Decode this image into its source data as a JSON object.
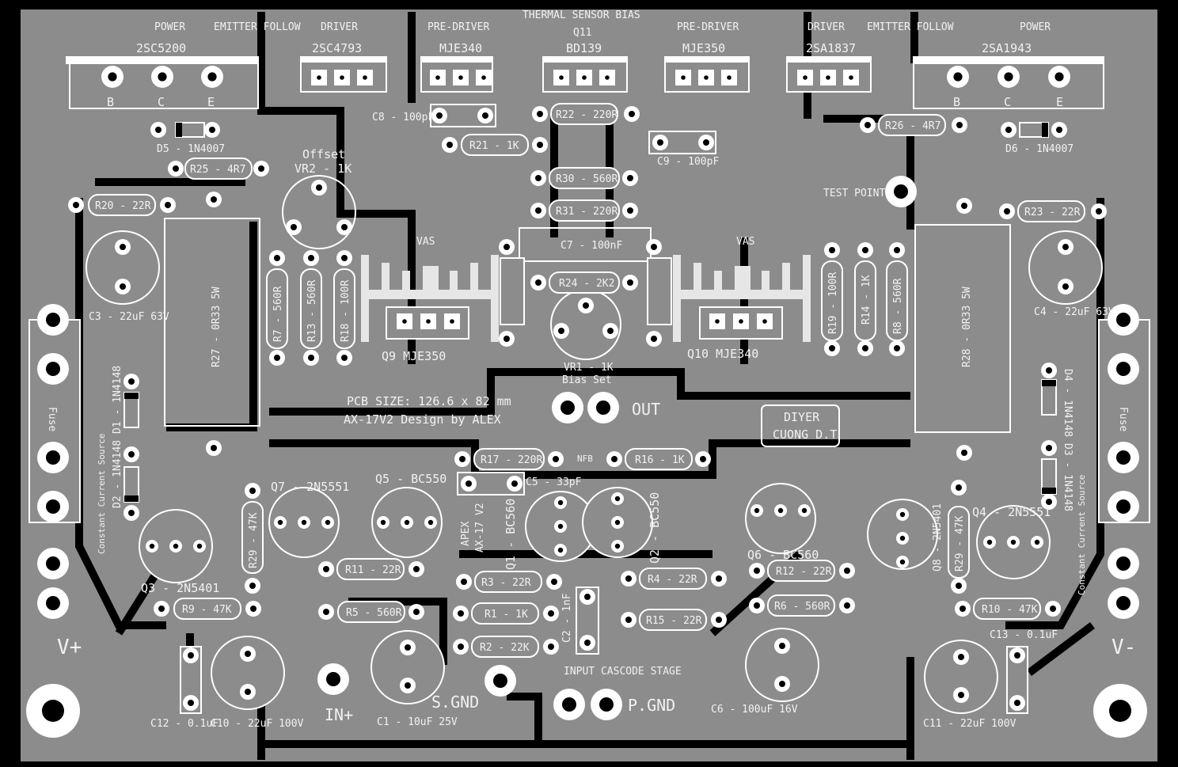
{
  "header": {
    "thermal": "THERMAL SENSOR BIAS",
    "q11": "Q11"
  },
  "top_labels": {
    "power_l": "POWER",
    "ef_l": "EMITTER FOLLOW",
    "driver_l": "DRIVER",
    "predriver_l": "PRE-DRIVER",
    "predriver_r": "PRE-DRIVER",
    "driver_r": "DRIVER",
    "ef_r": "EMITTER FOLLOW",
    "power_r": "POWER"
  },
  "transistors_top": {
    "t1": "2SC5200",
    "t2": "2SC4793",
    "t3": "MJE340",
    "t4": "BD139",
    "t5": "MJE350",
    "t6": "2SA1837",
    "t7": "2SA1943"
  },
  "pins": {
    "b": "B",
    "c": "C",
    "e": "E"
  },
  "resistors": {
    "r20": "R20 - 22R",
    "r21": "R21 - 1K",
    "r22": "R22 - 220R",
    "r23": "R23 - 22R",
    "r25": "R25 - 4R7",
    "r26": "R26 - 4R7",
    "r30": "R30 - 560R",
    "r31": "R31 - 220R",
    "r24": "R24 - 2K2",
    "r7": "R7 - 560R",
    "r13": "R13 - 560R",
    "r18": "R18 - 100R",
    "r19": "R19 - 100R",
    "r14": "R14 - 1K",
    "r8": "R8 - 560R",
    "r27": "R27 - 0R33 5W",
    "r28": "R28 - 0R33 5W",
    "r17": "R17 - 220R",
    "r16": "R16 - 1K",
    "r11": "R11 - 22R",
    "r3": "R3 - 22R",
    "r5": "R5 - 560R",
    "r1": "R1 - 1K",
    "r2": "R2 - 22K",
    "r4": "R4 - 22R",
    "r15": "R15 - 22R",
    "r12": "R12 - 22R",
    "r6": "R6 - 560R",
    "r9": "R9 - 47K",
    "r10": "R10 - 47K",
    "r29a": "R29 - 47K",
    "r29b": "R29 - 47K"
  },
  "caps": {
    "c8": "C8 - 100pF",
    "c9": "C9 - 100pF",
    "c7": "C7 - 100nF",
    "c3": "C3 - 22uF 63V",
    "c4": "C4 - 22uF 63V",
    "c5": "C5 - 33pF",
    "c2": "C2 - 1nF",
    "c12": "C12 - 0.1uF",
    "c10": "C10 - 22uF 100V",
    "c1": "C1 - 10uF 25V",
    "c6": "C6 - 100uF 16V",
    "c11": "C11 - 22uF 100V",
    "c13": "C13 - 0.1uF"
  },
  "diodes": {
    "d5": "D5 - 1N4007",
    "d6": "D6 - 1N4007",
    "d1": "D1 - 1N4148",
    "d2": "D2 - 1N4148",
    "d3": "D3 - 1N4148",
    "d4": "D4 - 1N4148"
  },
  "semis": {
    "q9": "Q9 MJE350",
    "q10": "Q10 MJE340",
    "q7": "Q7 - 2N5551",
    "q5": "Q5 - BC550",
    "q1": "Q1 - BC560",
    "q2": "Q2 - BC550",
    "q6": "Q6 - BC560",
    "q8": "Q8 - 2N5401",
    "q4": "Q4 - 2N5551",
    "q3": "Q3 - 2N5401"
  },
  "misc": {
    "offset": "Offset",
    "vr2": "VR2 - 1K",
    "vas": "VAS",
    "test_point": "TEST POINT",
    "vr1": "VR1 - 1K",
    "bias_set": "Bias Set",
    "out": "OUT",
    "pcb_size": "PCB SIZE: 126.6 x 82 mm",
    "design": "AX-17V2 Design by ALEX",
    "diyer1": "DIYER",
    "diyer2": "CUONG D.T",
    "nfb": "NFB",
    "apex": "APEX",
    "apex2": "AX-17 V2",
    "fuse": "Fuse",
    "ccs": "Constant Current Source",
    "vplus": "V+",
    "vminus": "V-",
    "in": "IN+",
    "sgnd": "S.GND",
    "pgnd": "P.GND",
    "cascode": "INPUT CASCODE STAGE"
  }
}
